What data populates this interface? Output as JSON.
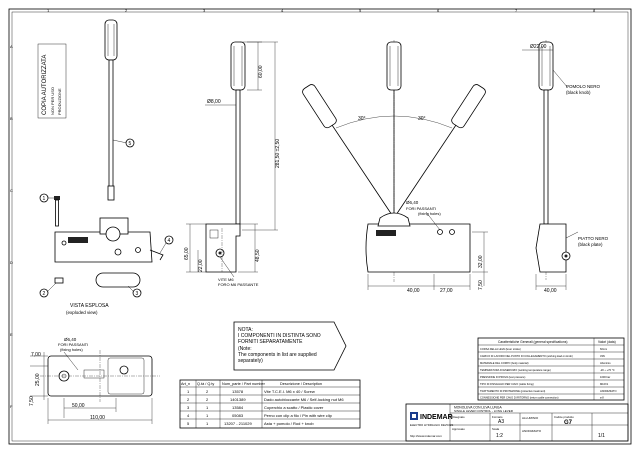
{
  "border": {
    "row_marks": [
      "A",
      "B",
      "C",
      "D",
      "E",
      "F"
    ],
    "col_marks": [
      "1",
      "2",
      "3",
      "4",
      "5",
      "6",
      "7",
      "8"
    ]
  },
  "stamp": {
    "lines": [
      "COPIA AUTORIZZATA",
      "NON PER USO",
      "PRODUZIONE"
    ]
  },
  "exploded": {
    "caption_1": "VISTA ESPLOSA",
    "caption_2": "(exploded view)",
    "balloons": [
      "1",
      "2",
      "3",
      "4",
      "5"
    ]
  },
  "side": {
    "dims": {
      "d_rod": "Ø8,00",
      "l_knob": "60,00",
      "l_lever": "281,50 ±2,50",
      "h_body": "48,50",
      "h_base": "22,00",
      "h_plate": "65,00"
    },
    "hole_label": [
      "VITE M6",
      "FORO M6 PASSANTE",
      "(fixing holes)"
    ]
  },
  "front": {
    "angles": [
      "30°",
      "30°"
    ],
    "hole_label": [
      "Ø6,40",
      "FORI PASSANTI",
      "(fixing holes)"
    ],
    "dims": {
      "w1": "40,00",
      "w2": "27,00",
      "h1": "32,00",
      "h2": "7,50"
    }
  },
  "right": {
    "top_dim": "Ø22,00",
    "knob_note": [
      "POMOLO NERO",
      "(black knob)"
    ],
    "base_note": [
      "PIATTO NERO",
      "(black plate)"
    ],
    "w": "40,00"
  },
  "bottom": {
    "hole_label": [
      "Ø6,40",
      "FORI PASSANTI",
      "(fixing holes)"
    ],
    "dims": {
      "h_a": "7,00",
      "h_b": "25,00",
      "h_c": "7,50",
      "w_a": "50,00",
      "w_b": "110,00"
    }
  },
  "note": {
    "lines": [
      "NOTA:",
      "I COMPONENTI IN DISTINTA SONO",
      "FORNITI SEPARATAMENTE",
      "(Note:",
      "The components in list are supplied",
      "separately)"
    ]
  },
  "parts_table": {
    "headers": [
      "Art_n",
      "Q.tà / Q.ty",
      "Num_parte / Part number",
      "Descrizione / Description"
    ],
    "rows": [
      [
        "1",
        "2",
        "13578",
        "Vite T.C.E.I. M6 x 40 / Screw"
      ],
      [
        "2",
        "2",
        "1401389",
        "Dado autobloccante M6 / Self-locking nut M6"
      ],
      [
        "3",
        "1",
        "13584",
        "Coperchio a scatto / Plastic cover"
      ],
      [
        "4",
        "1",
        "05083",
        "Perno con clip a filo / Pin with wire clip"
      ],
      [
        "5",
        "1",
        "13207 - 211029",
        "Asta + pomolo / Rod + knob"
      ]
    ]
  },
  "spec_table": {
    "header": [
      "Caratteristiche Generali (general specifications)",
      "Valori (data)"
    ],
    "rows": [
      [
        "CORSA DELLA LEVA (lever stroke)",
        "60mm"
      ],
      [
        "CARICO DI LAVORO NEL PUNTO DI COLLEGAMENTO (working load on knob)",
        "33N"
      ],
      [
        "MATERIALE DEL CORPO (body material)",
        "Alluminio"
      ],
      [
        "TEMPERATURA DI ESERCIZIO (working temperature range)",
        "-20 ÷ +70 °C"
      ],
      [
        "PRESSIONE DI PROVA (test pressure)",
        "1000 bar"
      ],
      [
        "TIPO DI FISSAGGIO PER CAVO (cable fixing)",
        "M10X1"
      ],
      [
        "TRATTAMENTO DI PROTEZIONE (protective treatment)",
        "ANODIZZATO"
      ],
      [
        "CONNESSIONE PER CAVO DI RITORNO (return cable connection)",
        "ø 8"
      ]
    ]
  },
  "title_block": {
    "company": "INDEMAR",
    "company_sub": "ELECTRO HYDRAULIC DEVICES",
    "desc_it": "MONOLEVA CON LEVA LUNGA",
    "desc_en": "SINGLE LEVER CONTROL - LONG LEVER",
    "code_label": "Codice prodotto",
    "code": "G7",
    "size_label": "Formato",
    "size": "A3",
    "scale_label": "Scala",
    "scale": "1:2",
    "material": "ALLUMINIO",
    "finish": "ANODIZZATO",
    "sheet": "1/1",
    "drawn": "Disegnato",
    "checked": "Approvato",
    "web": "http://www.indemar.com"
  }
}
